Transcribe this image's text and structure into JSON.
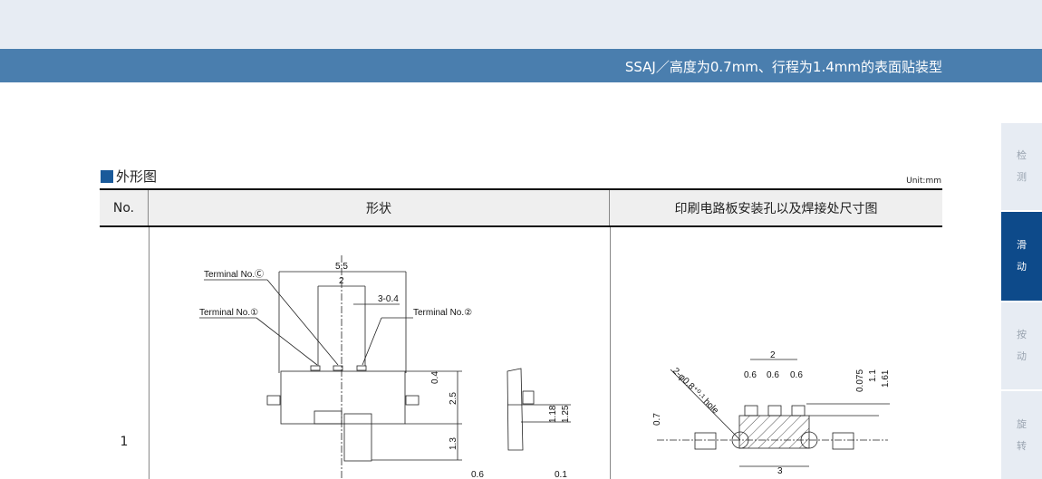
{
  "header": {
    "title": "SSAJ／高度为0.7mm、行程为1.4mm的表面贴装型"
  },
  "section": {
    "title": "外形图",
    "unit": "Unit:mm"
  },
  "table": {
    "columns": [
      "No.",
      "形状",
      "印刷电路板安装孔以及焊接处尺寸图"
    ],
    "rows": [
      {
        "no": "1"
      }
    ]
  },
  "shape_drawing": {
    "terminal_c": "Terminal No.Ⓒ",
    "terminal_1": "Terminal No.①",
    "terminal_2": "Terminal No.②",
    "dims": [
      "5.5",
      "2",
      "3-0.4",
      "0.4",
      "2.5",
      "1.3",
      "1.18",
      "1.25",
      "0.6",
      "0.1"
    ]
  },
  "pcb_drawing": {
    "hole": "2-φ0.8⁺⁰·¹ hole",
    "dims": [
      "2",
      "0.6",
      "0.6",
      "0.6",
      "0.075",
      "1.1",
      "1.61",
      "0.7",
      "3"
    ]
  },
  "side_nav": [
    {
      "label": "检测",
      "active": false
    },
    {
      "label": "滑动",
      "active": true
    },
    {
      "label": "按动",
      "active": false
    },
    {
      "label": "旋转",
      "active": false
    }
  ],
  "colors": {
    "accent": "#4a7eae",
    "active_nav": "#0d4a8a",
    "nav_bg": "#e7ecf3"
  }
}
